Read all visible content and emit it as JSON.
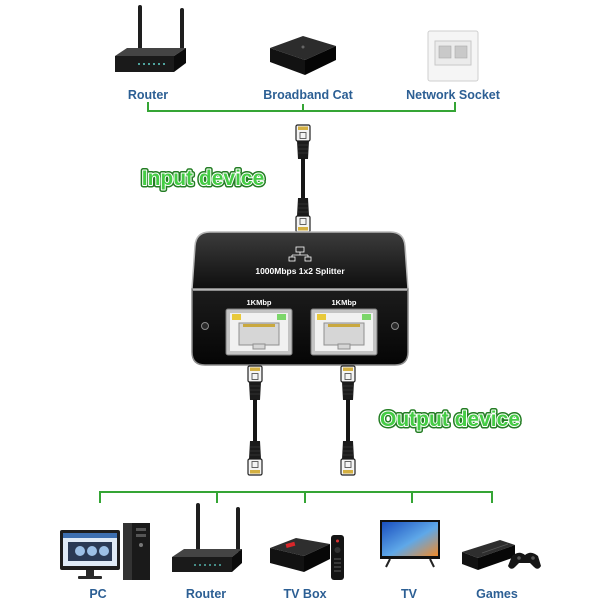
{
  "top_devices": [
    {
      "label": "Router",
      "icon": "router-icon"
    },
    {
      "label": "Broadband Cat",
      "icon": "modem-icon"
    },
    {
      "label": "Network Socket",
      "icon": "wall-socket-icon"
    }
  ],
  "input_label": "Input device",
  "splitter": {
    "title": "1000Mbps 1x2 Splitter",
    "ports": [
      {
        "label": "1KMbp"
      },
      {
        "label": "1KMbp"
      }
    ]
  },
  "output_label": "Output device",
  "bottom_devices": [
    {
      "label": "PC",
      "icon": "pc-icon"
    },
    {
      "label": "Router",
      "icon": "router-icon"
    },
    {
      "label": "TV Box",
      "icon": "tv-box-icon"
    },
    {
      "label": "TV",
      "icon": "tv-icon"
    },
    {
      "label": "Games",
      "icon": "game-console-icon"
    }
  ],
  "colors": {
    "device_label": "#2c5f94",
    "green_text": "#45cc45",
    "bracket_line": "#35a535",
    "splitter_body": "#121212"
  }
}
